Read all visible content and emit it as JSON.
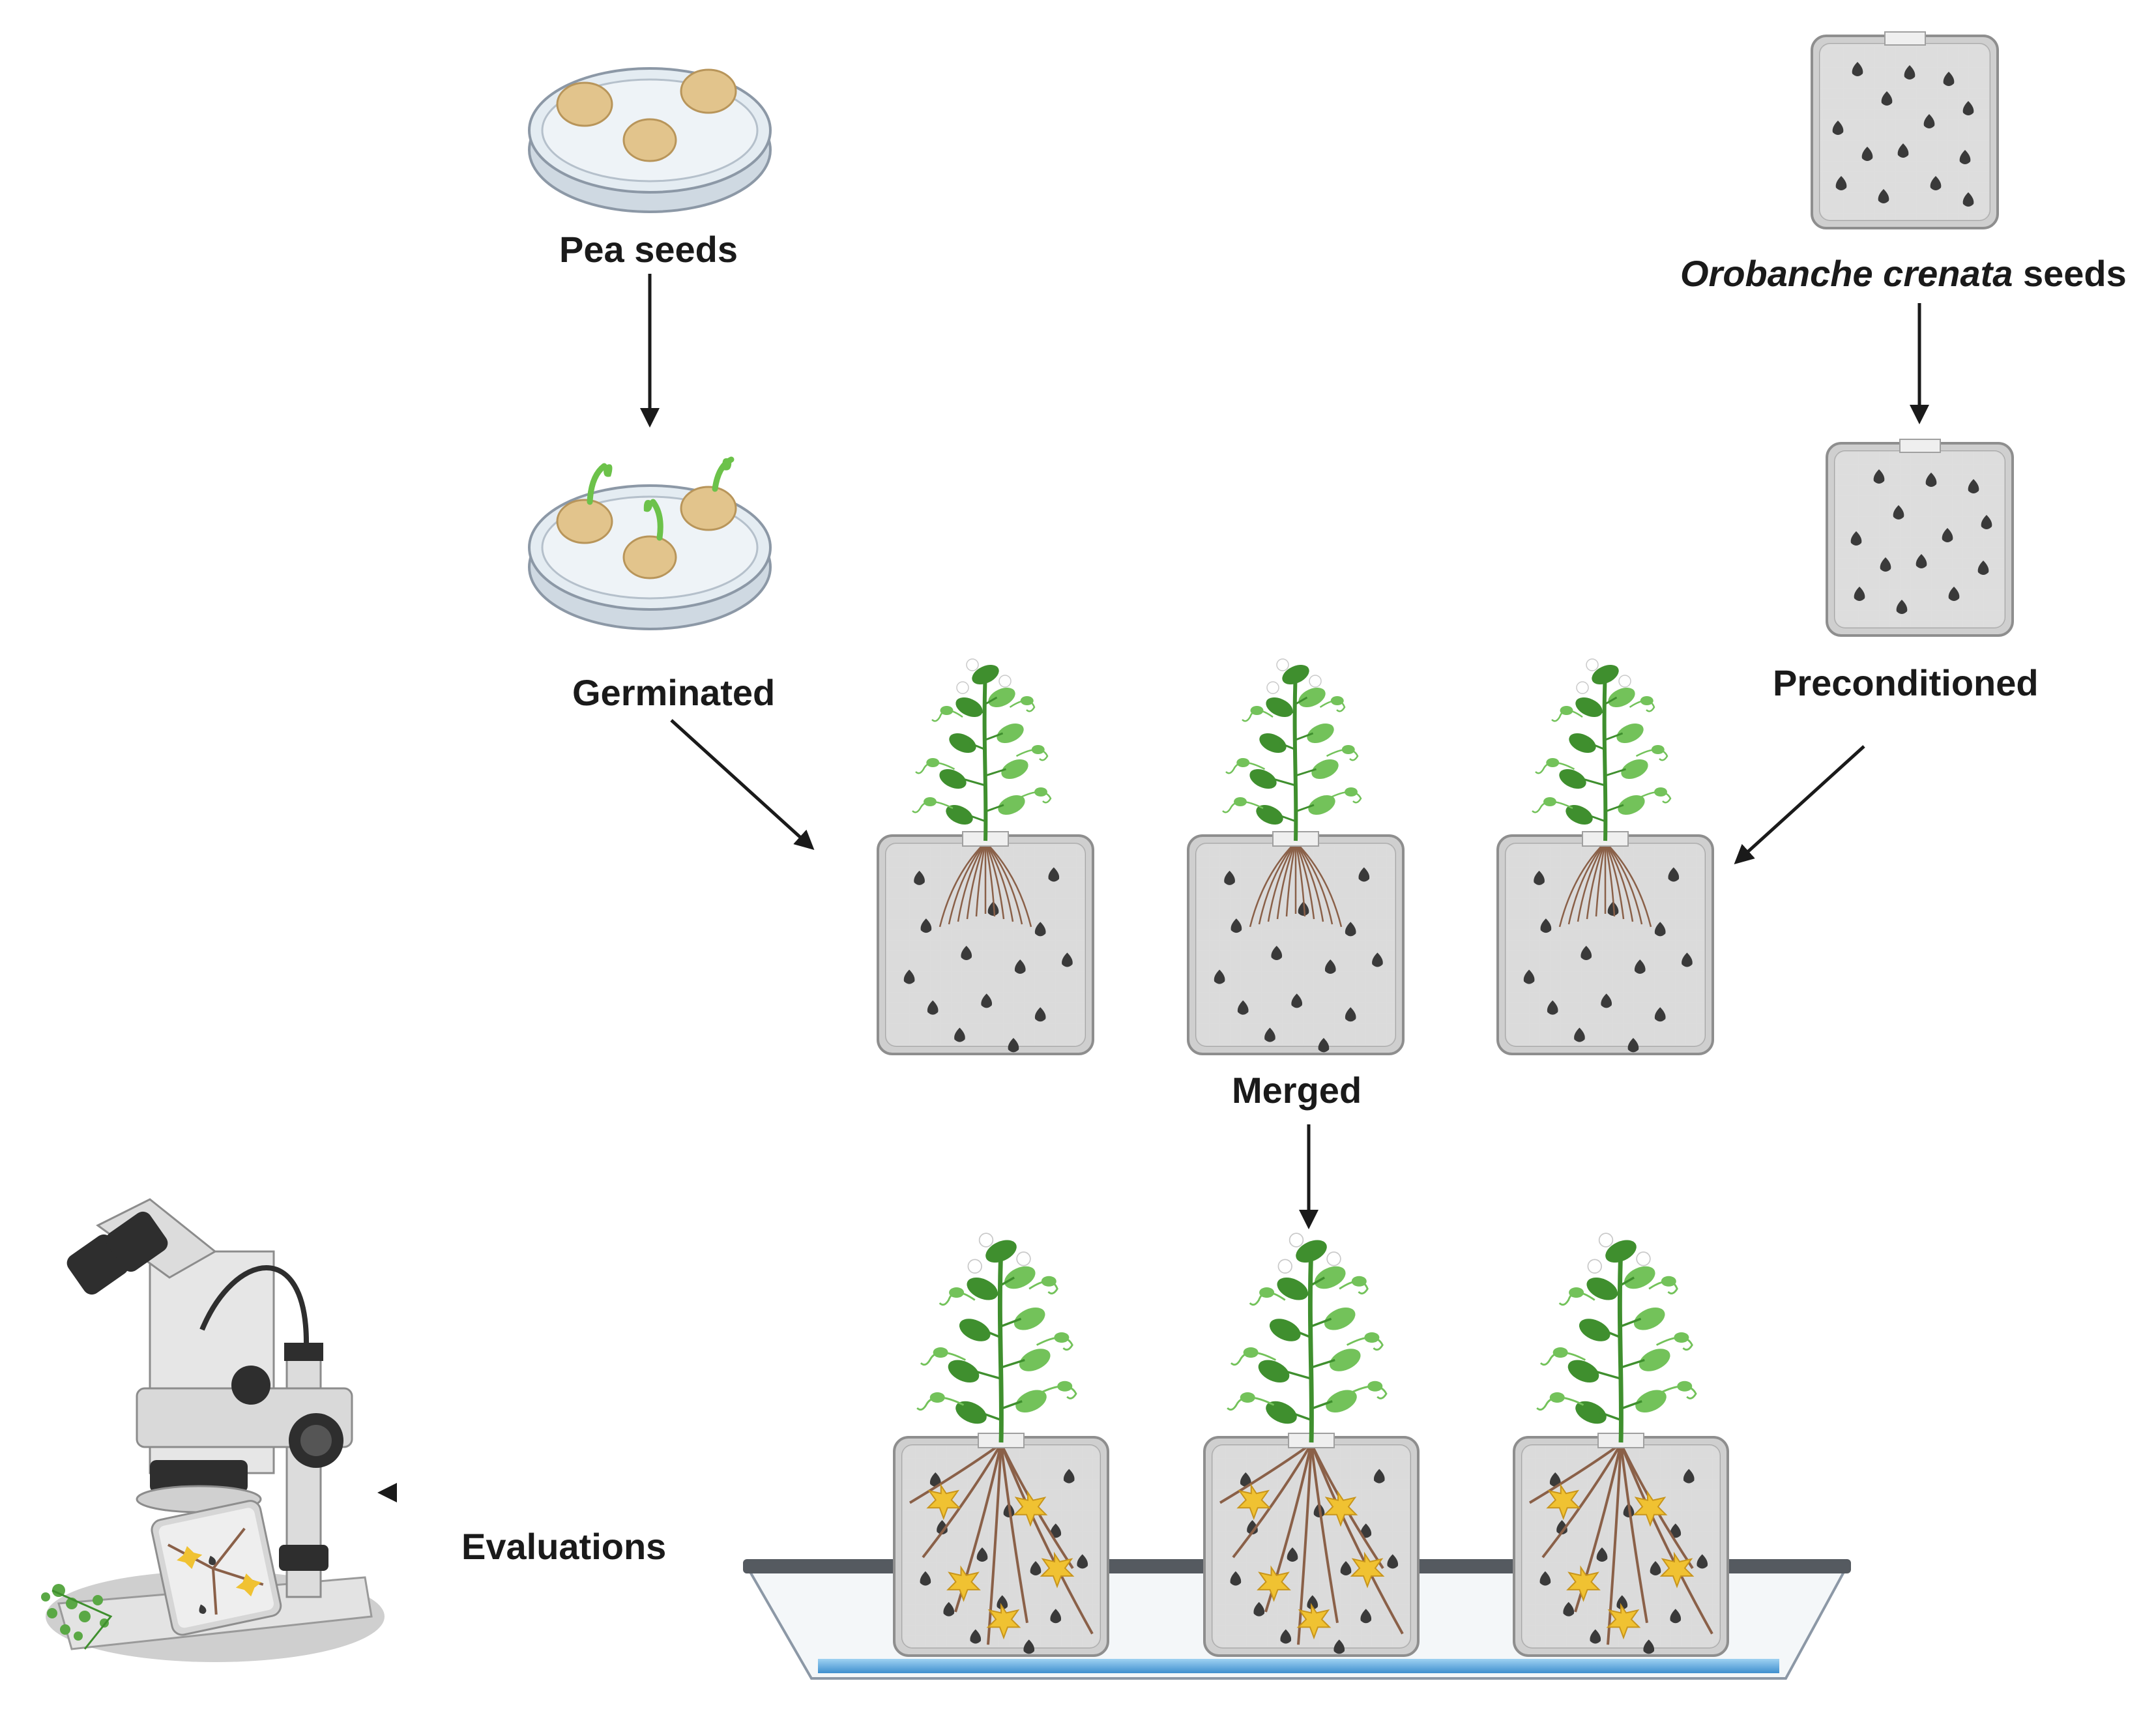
{
  "labels": {
    "pea_seeds": "Pea seeds",
    "orobanche_species": "Orobanche crenata",
    "orobanche_suffix": " seeds",
    "germinated": "Germinated",
    "preconditioned": "Preconditioned",
    "merged": "Merged",
    "evaluations": "Evaluations"
  },
  "colors": {
    "arrow": "#1a1a1a",
    "dish_rim": "#8c98a6",
    "dish_fill": "#dfe7ee",
    "seed": "#e2c48c",
    "sprout": "#6cc24a",
    "leaf_dark": "#3f8f2e",
    "leaf_light": "#73c25a",
    "flower": "#ffffff",
    "box_frame": "#9a9a9a",
    "box_fill": "#e6e6e6",
    "orobanche_seed": "#3a3a3a",
    "root_brown": "#8a6048",
    "parasite_yellow": "#f0c232",
    "water": "#7fc0ea",
    "tray": "#555a60",
    "microscope_body": "#dcdcdc",
    "microscope_dark": "#2e2e2e"
  }
}
